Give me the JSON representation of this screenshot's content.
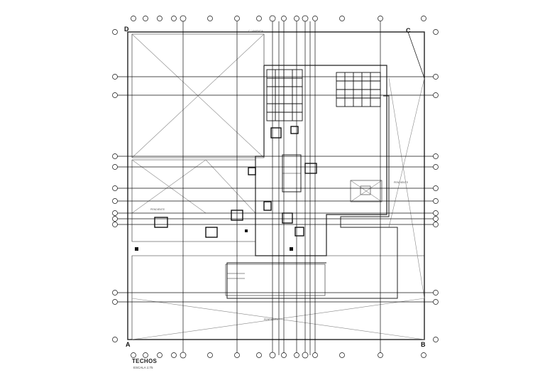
{
  "drawing": {
    "title": "TECHOS",
    "scale": "ESCALA 1:75",
    "corners": {
      "a": "A",
      "b": "B",
      "c": "C",
      "d": "D"
    },
    "notes": {
      "top_label": "C. VIVIENDA",
      "left_label": "PENDIENTE",
      "right_label": "PENDIENTE",
      "bottom_label": "PENDIENTE"
    }
  }
}
